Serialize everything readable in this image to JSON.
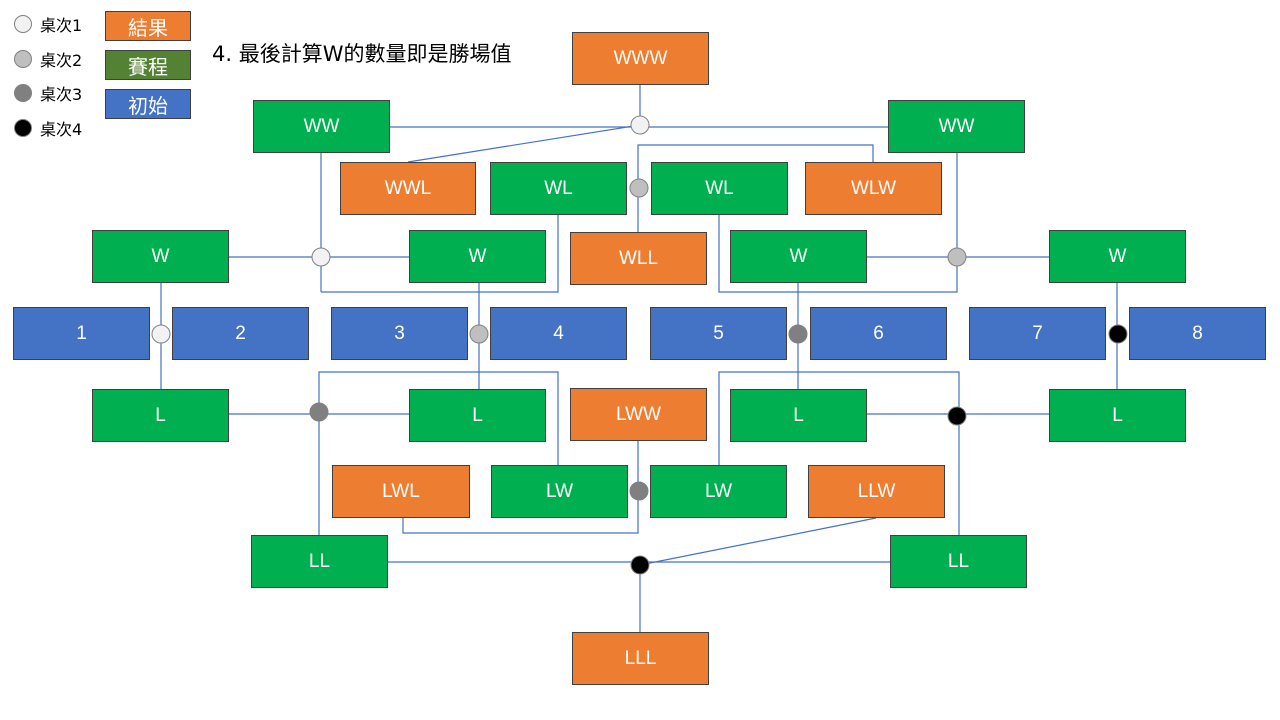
{
  "legend": {
    "tables": [
      {
        "label": "桌次1",
        "color": "#f2f2f2"
      },
      {
        "label": "桌次2",
        "color": "#bfbfbf"
      },
      {
        "label": "桌次3",
        "color": "#808080"
      },
      {
        "label": "桌次4",
        "color": "#000000"
      }
    ],
    "keys": [
      {
        "label": "結果",
        "color": "#ed7d31"
      },
      {
        "label": "賽程",
        "color": "#548235"
      },
      {
        "label": "初始",
        "color": "#4472c4"
      }
    ]
  },
  "note": "4. 最後計算W的數量即是勝場值",
  "colors": {
    "green": "#00b050",
    "orange": "#ed7d31",
    "blue": "#4472c4",
    "line": "#4472c4"
  },
  "nodes": {
    "www": "WWW",
    "ww_left": "WW",
    "ww_right": "WW",
    "wwl": "WWL",
    "wl_left": "WL",
    "wl_right": "WL",
    "wlw": "WLW",
    "wll": "WLL",
    "w1": "W",
    "w2": "W",
    "w3": "W",
    "w4": "W",
    "p1": "1",
    "p2": "2",
    "p3": "3",
    "p4": "4",
    "p5": "5",
    "p6": "6",
    "p7": "7",
    "p8": "8",
    "l1": "L",
    "l2": "L",
    "l3": "L",
    "l4": "L",
    "lww": "LWW",
    "lwl": "LWL",
    "lw_left": "LW",
    "lw_right": "LW",
    "llw": "LLW",
    "ll_left": "LL",
    "ll_right": "LL",
    "lll": "LLL"
  }
}
